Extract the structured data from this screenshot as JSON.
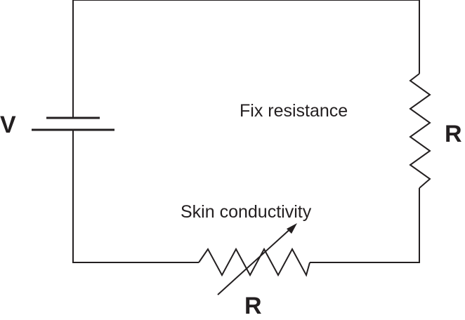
{
  "diagram": {
    "source_label": "V",
    "fixed_resistor_caption": "Fix resistance",
    "fixed_resistor_label": "R",
    "variable_resistor_caption": "Skin conductivity",
    "variable_resistor_label": "R"
  }
}
